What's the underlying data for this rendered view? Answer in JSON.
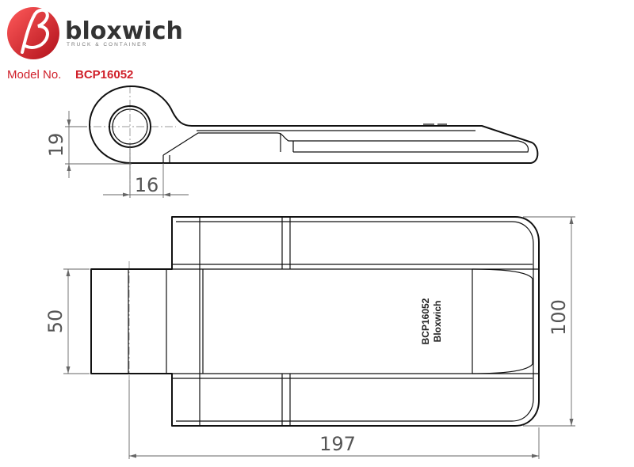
{
  "brand": {
    "name": "bloxwich",
    "tagline": "TRUCK & CONTAINER",
    "color": "#d0202a"
  },
  "model": {
    "label": "Model No.",
    "number": "BCP16052"
  },
  "dimensions": {
    "hinge_height": "19",
    "eye_width": "16",
    "plate_width": "50",
    "total_width": "100",
    "total_length": "197"
  },
  "stamp": {
    "line1": "BCP16052",
    "line2": "Bloxwich"
  }
}
